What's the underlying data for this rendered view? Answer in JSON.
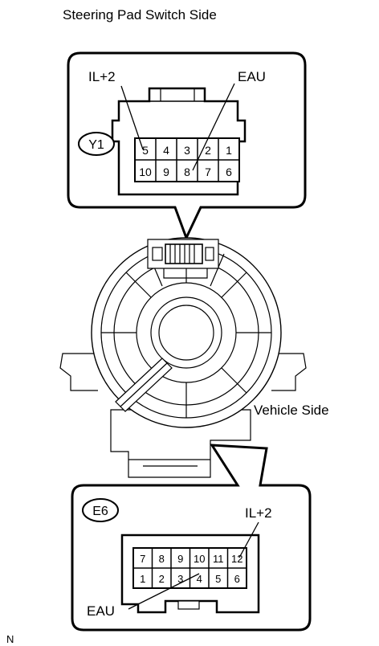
{
  "title": "Steering Pad Switch Side",
  "top_connector": {
    "id": "Y1",
    "label_left": "IL+2",
    "label_right": "EAU",
    "row1": [
      "5",
      "4",
      "3",
      "2",
      "1"
    ],
    "row2": [
      "10",
      "9",
      "8",
      "7",
      "6"
    ]
  },
  "vehicle_side": "Vehicle Side",
  "bottom_connector": {
    "id": "E6",
    "label_top": "IL+2",
    "label_bottom": "EAU",
    "row1": [
      "7",
      "8",
      "9",
      "10",
      "11",
      "12"
    ],
    "row2": [
      "1",
      "2",
      "3",
      "4",
      "5",
      "6"
    ]
  },
  "corner_mark": "N"
}
